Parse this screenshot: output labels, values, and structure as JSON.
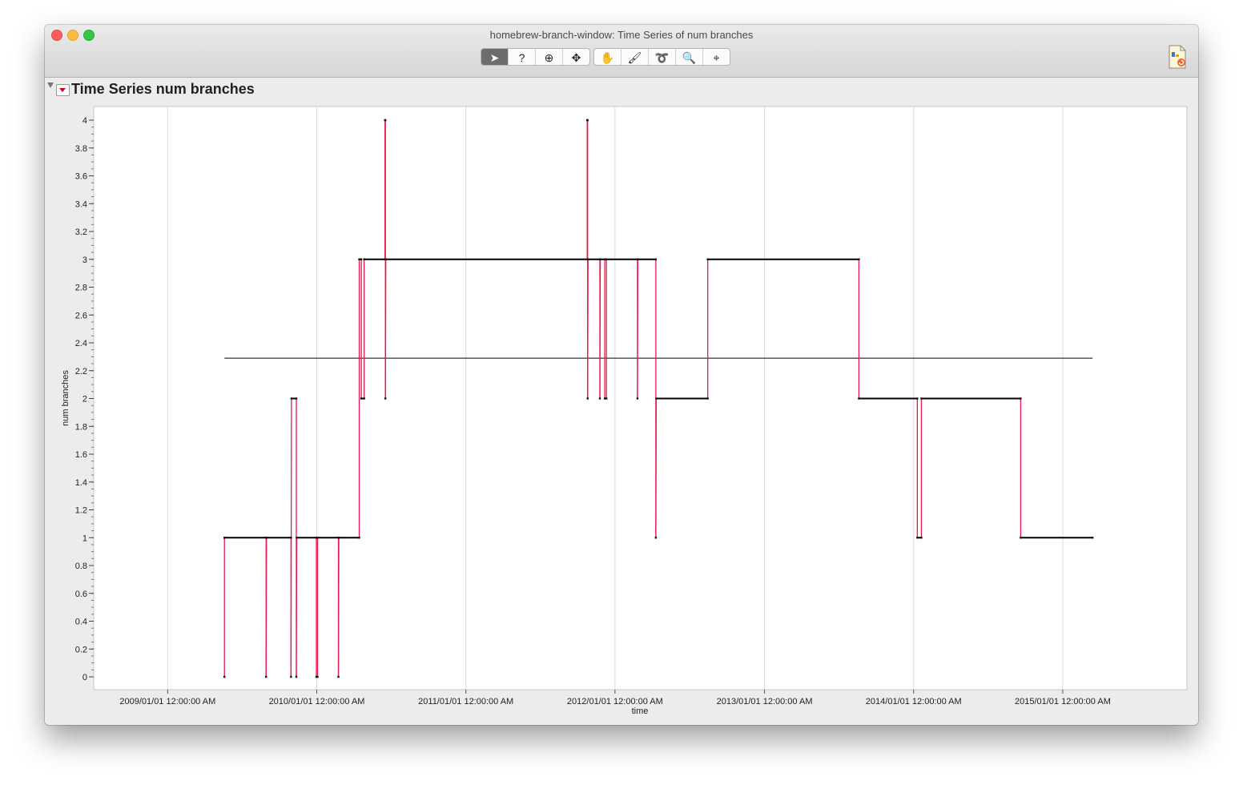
{
  "window": {
    "title": "homebrew-branch-window: Time Series of num branches"
  },
  "toolbar": {
    "tools": [
      {
        "name": "arrow-tool-icon",
        "glyph": "➤",
        "active": true
      },
      {
        "name": "help-tool-icon",
        "glyph": "?"
      },
      {
        "name": "selection-tool-icon",
        "glyph": "⊕"
      },
      {
        "name": "move-tool-icon",
        "glyph": "✥"
      },
      {
        "name": "hand-tool-icon",
        "glyph": "✋"
      },
      {
        "name": "brush-tool-icon",
        "glyph": "🖌"
      },
      {
        "name": "lasso-tool-icon",
        "glyph": "➰"
      },
      {
        "name": "magnifier-tool-icon",
        "glyph": "🔍"
      },
      {
        "name": "crosshair-tool-icon",
        "glyph": "⌖"
      }
    ]
  },
  "panel": {
    "title": "Time Series num branches"
  },
  "chart_data": {
    "type": "line",
    "xlabel": "time",
    "ylabel": "num branches",
    "ylim": [
      0,
      4
    ],
    "yticks": [
      0,
      0.2,
      0.4,
      0.6,
      0.8,
      1,
      1.2,
      1.4,
      1.6,
      1.8,
      2,
      2.2,
      2.4,
      2.6,
      2.8,
      3,
      3.2,
      3.4,
      3.6,
      3.8,
      4
    ],
    "xlim": [
      "2008-07-04",
      "2015-11-01"
    ],
    "xticks": [
      {
        "date": "2009-01-01",
        "label": "2009/01/01 12:00:00 AM"
      },
      {
        "date": "2010-01-01",
        "label": "2010/01/01 12:00:00 AM"
      },
      {
        "date": "2011-01-01",
        "label": "2011/01/01 12:00:00 AM"
      },
      {
        "date": "2012-01-01",
        "label": "2012/01/01 12:00:00 AM"
      },
      {
        "date": "2013-01-01",
        "label": "2013/01/01 12:00:00 AM"
      },
      {
        "date": "2014-01-01",
        "label": "2014/01/01 12:00:00 AM"
      },
      {
        "date": "2015-01-01",
        "label": "2015/01/01 12:00:00 AM"
      }
    ],
    "grid": "vertical",
    "colors": {
      "steps": "#000000",
      "transitions": "#e8174d",
      "mean": "#000000"
    },
    "mean": 2.29,
    "series": [
      {
        "points": [
          {
            "x": "2009-05-20",
            "y": 0
          },
          {
            "x": "2009-05-20",
            "y": 1
          },
          {
            "x": "2009-08-30",
            "y": 1
          },
          {
            "x": "2009-08-30",
            "y": 0
          },
          {
            "x": "2009-08-31",
            "y": 1
          },
          {
            "x": "2009-10-30",
            "y": 1
          },
          {
            "x": "2009-10-30",
            "y": 0
          },
          {
            "x": "2009-10-31",
            "y": 2
          },
          {
            "x": "2009-11-12",
            "y": 2
          },
          {
            "x": "2009-11-12",
            "y": 0
          },
          {
            "x": "2009-11-13",
            "y": 1
          },
          {
            "x": "2009-12-31",
            "y": 1
          },
          {
            "x": "2009-12-31",
            "y": 0
          },
          {
            "x": "2010-01-03",
            "y": 0
          },
          {
            "x": "2010-01-03",
            "y": 1
          },
          {
            "x": "2010-02-23",
            "y": 1
          },
          {
            "x": "2010-02-23",
            "y": 0
          },
          {
            "x": "2010-02-24",
            "y": 1
          },
          {
            "x": "2010-04-15",
            "y": 1
          },
          {
            "x": "2010-04-15",
            "y": 3
          },
          {
            "x": "2010-04-20",
            "y": 3
          },
          {
            "x": "2010-04-20",
            "y": 2
          },
          {
            "x": "2010-04-27",
            "y": 2
          },
          {
            "x": "2010-04-27",
            "y": 3
          },
          {
            "x": "2010-06-17",
            "y": 3
          },
          {
            "x": "2010-06-17",
            "y": 4
          },
          {
            "x": "2010-06-18",
            "y": 4
          },
          {
            "x": "2010-06-18",
            "y": 2
          },
          {
            "x": "2010-06-19",
            "y": 3
          },
          {
            "x": "2011-10-25",
            "y": 3
          },
          {
            "x": "2011-10-25",
            "y": 4
          },
          {
            "x": "2011-10-26",
            "y": 4
          },
          {
            "x": "2011-10-26",
            "y": 2
          },
          {
            "x": "2011-10-27",
            "y": 3
          },
          {
            "x": "2011-11-25",
            "y": 3
          },
          {
            "x": "2011-11-25",
            "y": 2
          },
          {
            "x": "2011-11-26",
            "y": 3
          },
          {
            "x": "2011-12-07",
            "y": 3
          },
          {
            "x": "2011-12-07",
            "y": 2
          },
          {
            "x": "2011-12-11",
            "y": 2
          },
          {
            "x": "2011-12-11",
            "y": 3
          },
          {
            "x": "2012-02-25",
            "y": 3
          },
          {
            "x": "2012-02-25",
            "y": 2
          },
          {
            "x": "2012-02-26",
            "y": 3
          },
          {
            "x": "2012-04-10",
            "y": 3
          },
          {
            "x": "2012-04-10",
            "y": 1
          },
          {
            "x": "2012-04-11",
            "y": 2
          },
          {
            "x": "2012-08-15",
            "y": 2
          },
          {
            "x": "2012-08-15",
            "y": 3
          },
          {
            "x": "2013-08-20",
            "y": 3
          },
          {
            "x": "2013-08-20",
            "y": 2
          },
          {
            "x": "2014-01-10",
            "y": 2
          },
          {
            "x": "2014-01-10",
            "y": 1
          },
          {
            "x": "2014-01-20",
            "y": 1
          },
          {
            "x": "2014-01-20",
            "y": 2
          },
          {
            "x": "2014-09-20",
            "y": 2
          },
          {
            "x": "2014-09-20",
            "y": 1
          },
          {
            "x": "2015-03-15",
            "y": 1
          }
        ]
      }
    ]
  }
}
